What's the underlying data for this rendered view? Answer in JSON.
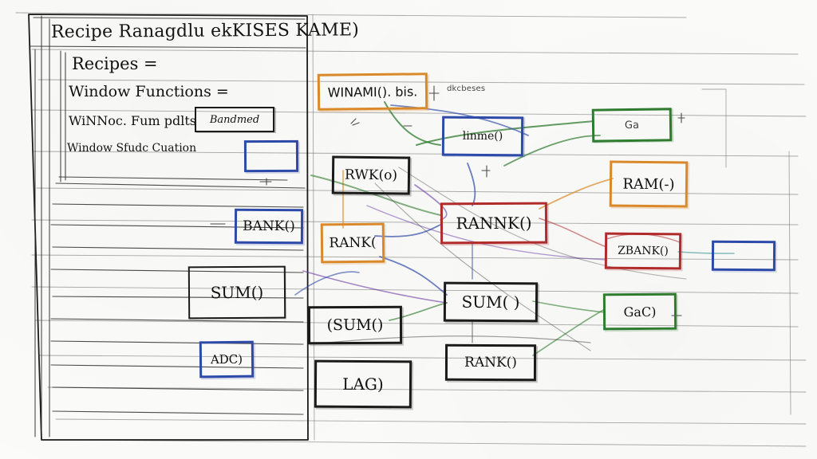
{
  "header": {
    "title": "Recipe Ranagdlu ekKISES KAME)"
  },
  "sidebar": {
    "items": [
      {
        "label": "Recipes ="
      },
      {
        "label": "Window Functions ="
      },
      {
        "label": "WiNNoc. Fum pdlts"
      },
      {
        "label": "Window Sfudc Cuation"
      }
    ],
    "highlight": {
      "label": "Bandmed"
    }
  },
  "diagram": {
    "nodes": {
      "winami": {
        "label": "WINAMI(). bis."
      },
      "annotation_top": {
        "label": "dkcbeses"
      },
      "lin_sq": {
        "label": "linme()"
      },
      "top_right_box": {
        "label": "Ga"
      },
      "rank_orange": {
        "label": "RAM(-)"
      },
      "rank_center": {
        "label": "RANNK()"
      },
      "rank_upper": {
        "label": "RWK(o)"
      },
      "rank_left": {
        "label": "RANK("
      },
      "rank_lower": {
        "label": "RANK()"
      },
      "sum_center": {
        "label": "SUM( )"
      },
      "sum_left": {
        "label": "SUM()"
      },
      "sum_lower": {
        "label": "(SUM()"
      },
      "lag": {
        "label": "LAG)"
      },
      "bank": {
        "label": "BANK()"
      },
      "abc": {
        "label": "ADC)"
      },
      "zbank": {
        "label": "ZBANK()"
      },
      "green_right": {
        "label": "GaC)"
      },
      "tiny_blue_right": {
        "label": ""
      },
      "tiny_blue_left": {
        "label": ""
      }
    }
  },
  "colors": {
    "ink": "#1b1b1b",
    "orange": "#d9892a",
    "green": "#2f7b2f",
    "blue": "#2d4aa8",
    "red": "#b02b2b",
    "purple": "#6a3aa3",
    "pencil": "#6f6f6f",
    "teal": "#2a8a86"
  }
}
